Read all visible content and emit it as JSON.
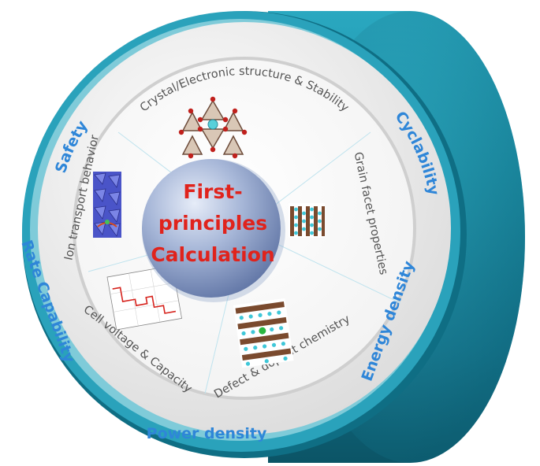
{
  "outer_ring": {
    "safety": "Safety",
    "cyclability": "Cyclability",
    "energy_density": "Energy density",
    "power_density": "Power density",
    "rate_capability": "Rate Capability"
  },
  "inner_ring": {
    "crystal": "Crystal/Electronic structure & Stability",
    "grain": "Grain facet properties",
    "defect": "Defect & dopant chemistry",
    "voltage": "Cell voltage & Capacity",
    "ion": "Ion transport behavior"
  },
  "core": {
    "line1": "First-",
    "line2": "principles",
    "line3": "Calculation"
  },
  "colors": {
    "cylinder": "#1d8fa6",
    "cylinder_dark": "#0e5f73",
    "outer_text": "#2f86d8",
    "core_text": "#e0231c",
    "core_sphere": "#8fa3c9"
  }
}
